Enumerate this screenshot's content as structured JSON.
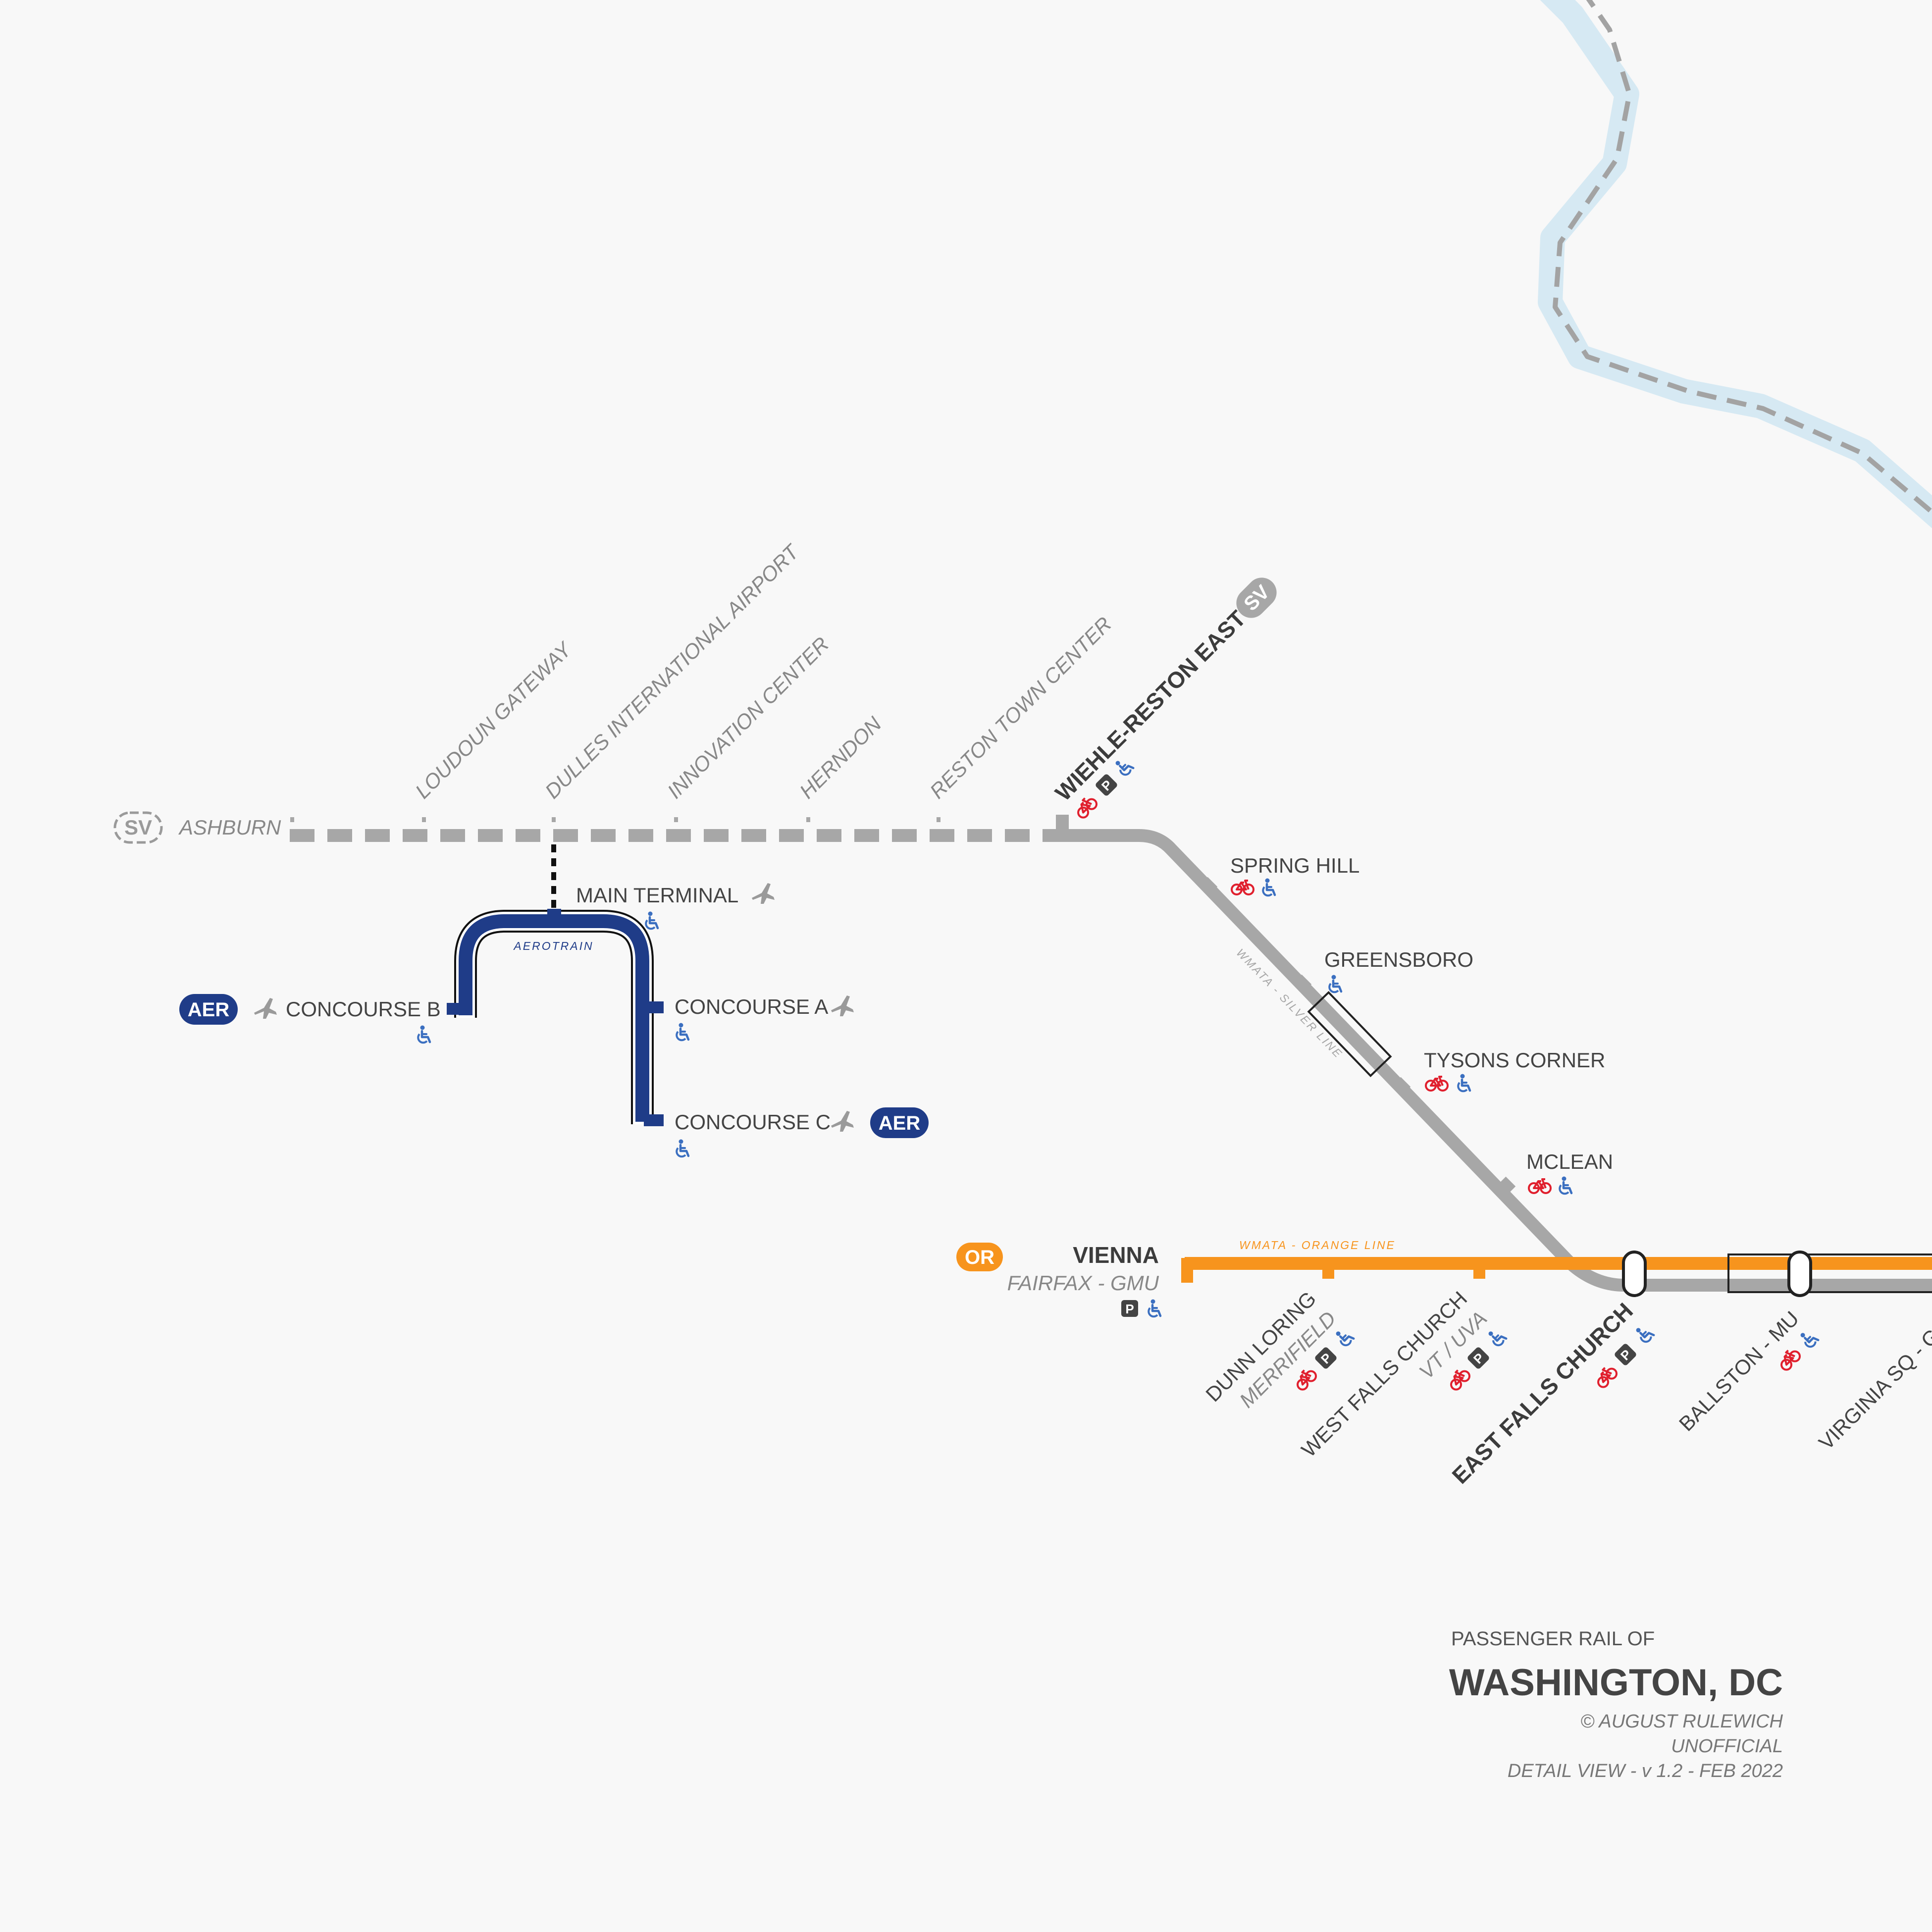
{
  "colors": {
    "background": "#f8f8f8",
    "silver_line": "#a7a7a7",
    "orange_line": "#f7941d",
    "aerotrain": "#1f3c88",
    "river": "#d6e9f3",
    "bike_icon": "#e0202e",
    "accessible_icon": "#3b6fc0",
    "parking_icon": "#444444",
    "airport_icon": "#9a9a9a"
  },
  "lines": {
    "silver": {
      "badge": "SV",
      "label": "WMATA - SILVER LINE"
    },
    "orange": {
      "badge": "OR",
      "label": "WMATA - ORANGE LINE"
    },
    "aerotrain": {
      "badge": "AER",
      "label": "AEROTRAIN"
    }
  },
  "stations": {
    "ashburn": "ASHBURN",
    "loudoun_gateway": "LOUDOUN GATEWAY",
    "dulles_airport": "DULLES INTERNATIONAL AIRPORT",
    "innovation_center": "INNOVATION CENTER",
    "herndon": "HERNDON",
    "reston_town_center": "RESTON TOWN CENTER",
    "wiehle_reston_east": "WIEHLE-RESTON EAST",
    "spring_hill": "SPRING HILL",
    "greensboro": "GREENSBORO",
    "tysons_corner": "TYSONS CORNER",
    "mclean": "MCLEAN",
    "main_terminal": "MAIN TERMINAL",
    "concourse_a": "CONCOURSE A",
    "concourse_b": "CONCOURSE B",
    "concourse_c": "CONCOURSE C",
    "vienna": "VIENNA",
    "vienna_sub": "FAIRFAX - GMU",
    "dunn_loring": "DUNN LORING",
    "dunn_loring_sub": "MERRIFIELD",
    "west_falls_church": "WEST FALLS CHURCH",
    "west_falls_church_sub": "VT / UVA",
    "east_falls_church": "EAST FALLS CHURCH",
    "ballston": "BALLSTON - MU",
    "virginia_sq": "VIRGINIA SQ - G"
  },
  "icons": {
    "bike": "bike-icon",
    "parking": "parking-icon",
    "accessible": "accessible-icon",
    "airport": "airplane-icon",
    "parking_glyph": "P"
  },
  "title": {
    "kicker": "PASSENGER RAIL OF",
    "main": "WASHINGTON, DC",
    "credit": "© AUGUST RULEWICH",
    "status": "UNOFFICIAL",
    "version": "DETAIL VIEW - v 1.2 - FEB 2022"
  }
}
